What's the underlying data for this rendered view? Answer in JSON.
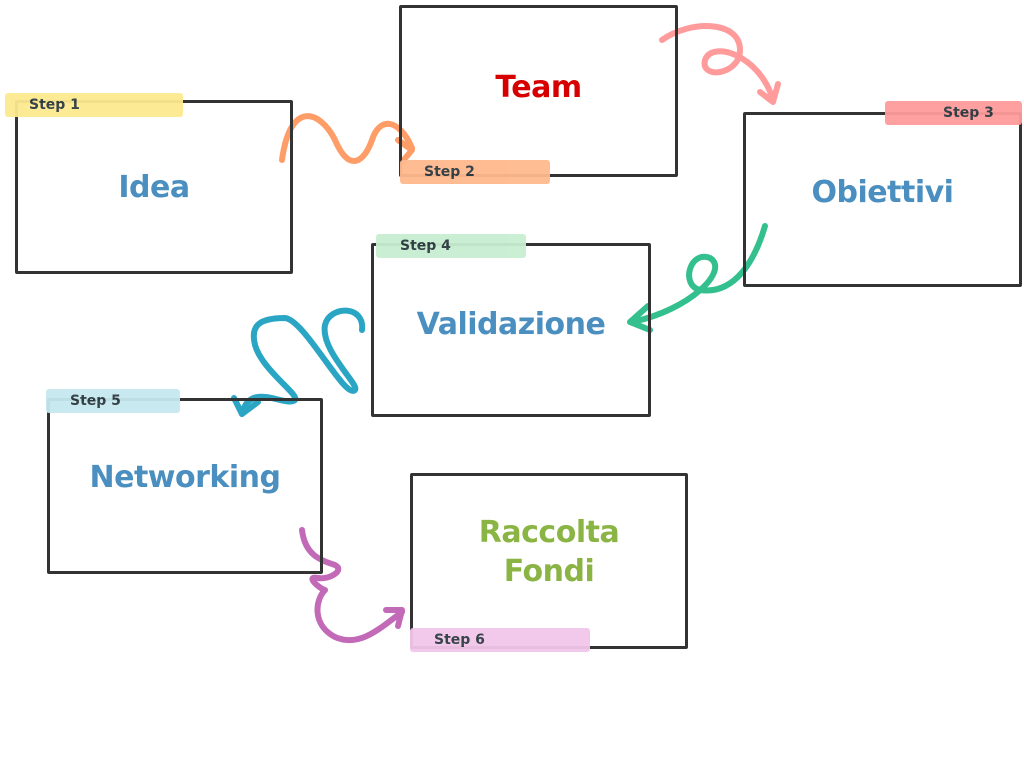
{
  "steps": [
    {
      "label": "Step 1",
      "title": "Idea",
      "color": "#4a8fc0",
      "tag_color": "#fde98f"
    },
    {
      "label": "Step 2",
      "title": "Team",
      "color": "#d60000",
      "tag_color": "#ffb98e"
    },
    {
      "label": "Step 3",
      "title": "Obiettivi",
      "color": "#4a8fc0",
      "tag_color": "#ff9b9b"
    },
    {
      "label": "Step 4",
      "title": "Validazione",
      "color": "#4a8fc0",
      "tag_color": "#c7eed1"
    },
    {
      "label": "Step 5",
      "title": "Networking",
      "color": "#4a8fc0",
      "tag_color": "#c6e8f0"
    },
    {
      "label": "Step 6",
      "title": "Raccolta Fondi",
      "color": "#8ab443",
      "tag_color": "#f2c6ea"
    }
  ]
}
